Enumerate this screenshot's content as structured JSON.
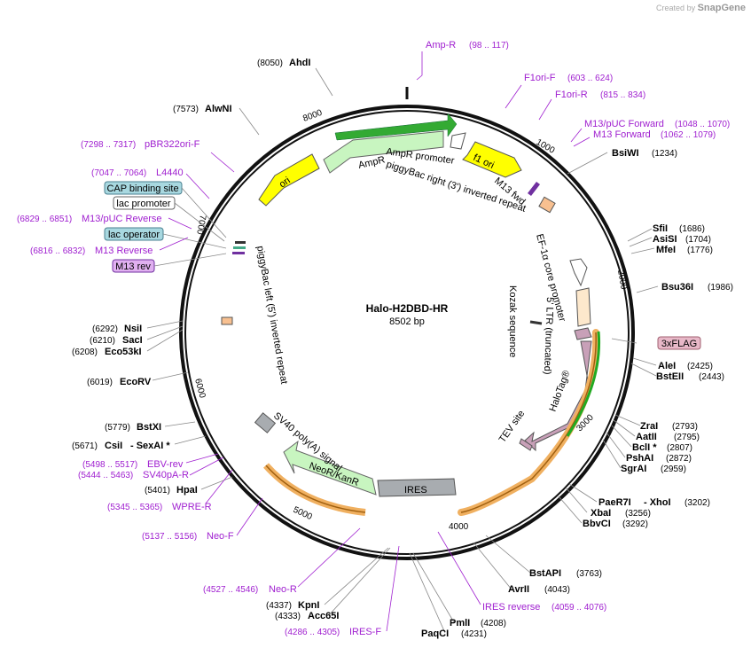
{
  "watermark": {
    "prefix": "Created by",
    "brand": "SnapGene"
  },
  "map": {
    "name": "Halo-H2DBD-HR",
    "length": "8502 bp"
  },
  "ticks": [
    "1000",
    "2000",
    "3000",
    "4000",
    "5000",
    "6000",
    "7000",
    "8000"
  ],
  "feature_labels": [
    "AmpR",
    "AmpR promoter",
    "piggyBac right (3') inverted repeat",
    "f1 ori",
    "M13 fwd",
    "ori",
    "EF-1α core promoter",
    "Kozak sequence",
    "5' LTR (truncated)",
    "HaloTag®",
    "TEV site",
    "SV40 poly(A) signal",
    "NeoR/KanR",
    "IRES",
    "piggyBac left (5') inverted repeat"
  ],
  "boxed_labels": [
    "CAP binding site",
    "lac promoter",
    "lac operator",
    "M13 rev",
    "3xFLAG"
  ],
  "enzymes": [
    {
      "name": "AhdI",
      "pos": "(8050)"
    },
    {
      "name": "AlwNI",
      "pos": "(7573)"
    },
    {
      "name": "BsiWI",
      "pos": "(1234)"
    },
    {
      "name": "SfiI",
      "pos": "(1686)"
    },
    {
      "name": "AsiSI",
      "pos": "(1704)"
    },
    {
      "name": "MfeI",
      "pos": "(1776)"
    },
    {
      "name": "Bsu36I",
      "pos": "(1986)"
    },
    {
      "name": "AleI",
      "pos": "(2425)"
    },
    {
      "name": "BstEII",
      "pos": "(2443)"
    },
    {
      "name": "ZraI",
      "pos": "(2793)"
    },
    {
      "name": "AatII",
      "pos": "(2795)"
    },
    {
      "name": "BclI *",
      "pos": "(2807)"
    },
    {
      "name": "PshAI",
      "pos": "(2872)"
    },
    {
      "name": "SgrAI",
      "pos": "(2959)"
    },
    {
      "name": "PaeR7I",
      "pos": ""
    },
    {
      "name": "- XhoI",
      "pos": "(3202)"
    },
    {
      "name": "XbaI",
      "pos": "(3256)"
    },
    {
      "name": "BbvCI",
      "pos": "(3292)"
    },
    {
      "name": "BstAPI",
      "pos": "(3763)"
    },
    {
      "name": "AvrII",
      "pos": "(4043)"
    },
    {
      "name": "PmlI",
      "pos": "(4208)"
    },
    {
      "name": "PaqCI",
      "pos": "(4231)"
    },
    {
      "name": "KpnI",
      "pos": "(4337)"
    },
    {
      "name": "Acc65I",
      "pos": "(4333)"
    },
    {
      "name": "HpaI",
      "pos": "(5401)"
    },
    {
      "name": "CsiI",
      "pos": "(5671)"
    },
    {
      "name": "- SexAI *",
      "pos": ""
    },
    {
      "name": "BstXI",
      "pos": "(5779)"
    },
    {
      "name": "EcoRV",
      "pos": "(6019)"
    },
    {
      "name": "NsiI",
      "pos": "(6292)"
    },
    {
      "name": "SacI",
      "pos": "(6210)"
    },
    {
      "name": "Eco53kI",
      "pos": "(6208)"
    }
  ],
  "primers": [
    {
      "name": "Amp-R",
      "range": "(98 .. 117)"
    },
    {
      "name": "F1ori-F",
      "range": "(603 .. 624)"
    },
    {
      "name": "F1ori-R",
      "range": "(815 .. 834)"
    },
    {
      "name": "M13/pUC Forward",
      "range": "(1048 .. 1070)"
    },
    {
      "name": "M13 Forward",
      "range": "(1062 .. 1079)"
    },
    {
      "name": "pBR322ori-F",
      "range": "(7298 .. 7317)"
    },
    {
      "name": "L4440",
      "range": "(7047 .. 7064)"
    },
    {
      "name": "M13/pUC Reverse",
      "range": "(6829 .. 6851)"
    },
    {
      "name": "M13 Reverse",
      "range": "(6816 .. 6832)"
    },
    {
      "name": "EBV-rev",
      "range": "(5498 .. 5517)"
    },
    {
      "name": "SV40pA-R",
      "range": "(5444 .. 5463)"
    },
    {
      "name": "WPRE-R",
      "range": "(5345 .. 5365)"
    },
    {
      "name": "Neo-F",
      "range": "(5137 .. 5156)"
    },
    {
      "name": "Neo-R",
      "range": "(4527 .. 4546)"
    },
    {
      "name": "IRES-F",
      "range": "(4286 .. 4305)"
    },
    {
      "name": "IRES reverse",
      "range": "(4059 .. 4076)"
    }
  ],
  "colors": {
    "primer": "#a020d0",
    "enzyme": "#000000",
    "amp": "#c8f5c0",
    "ori": "#ffff00",
    "halo": "#c8a0b8",
    "ires": "#a8acb0",
    "orange": "#f0a050",
    "boxcyan": "#a8d8e0",
    "boxpurple": "#e0b0f0",
    "boxpink": "#e8b8c8"
  }
}
